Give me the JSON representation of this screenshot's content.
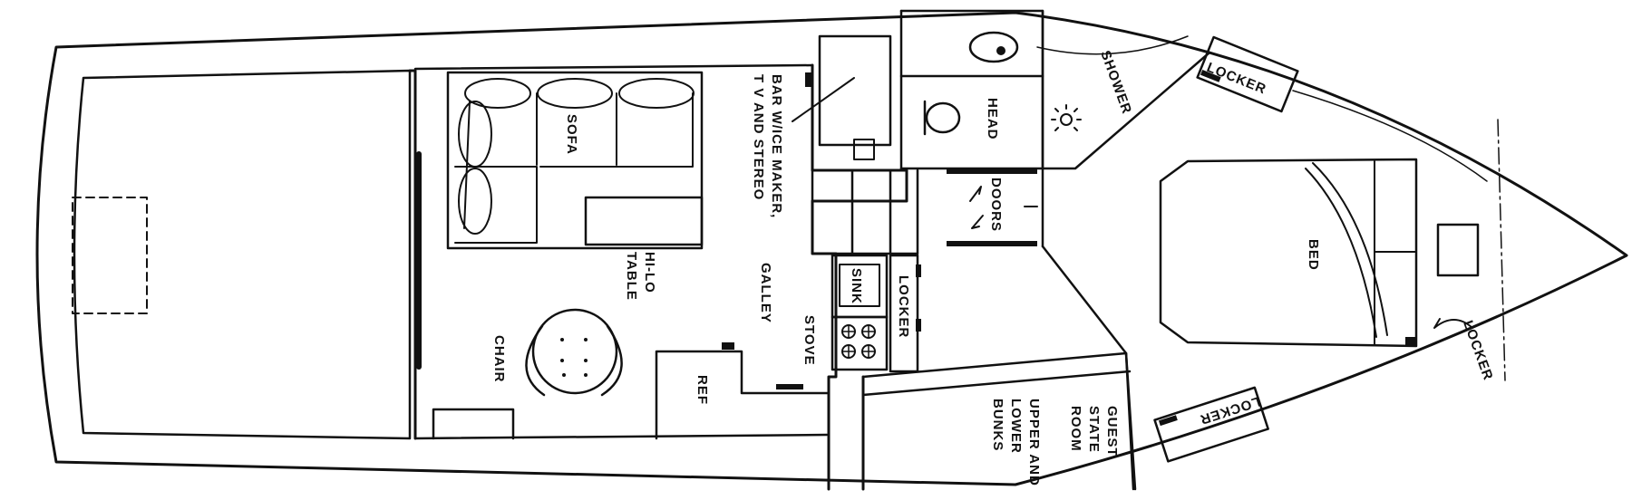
{
  "labels": {
    "bar": "BAR W/ICE MAKER,",
    "bar2": "T V AND STEREO",
    "sofa": "SOFA",
    "table": "HI-LO",
    "table2": "TABLE",
    "galley": "GALLEY",
    "chair": "CHAIR",
    "ref": "REF",
    "stove": "STOVE",
    "sink": "SINK",
    "locker_galley": "LOCKER",
    "head": "HEAD",
    "doors": "DOORS",
    "shower": "SHOWER",
    "locker_top": "LOCKER",
    "bed": "BED",
    "locker_right": "LOCKER",
    "locker_bottom": "LOCKER",
    "guest1": "GUEST",
    "guest2": "STATE",
    "guest3": "ROOM",
    "bunks0": "UPPER AND",
    "bunks1": "LOWER",
    "bunks2": "BUNKS"
  },
  "colors": {
    "line": "#111111",
    "background": "#ffffff"
  }
}
